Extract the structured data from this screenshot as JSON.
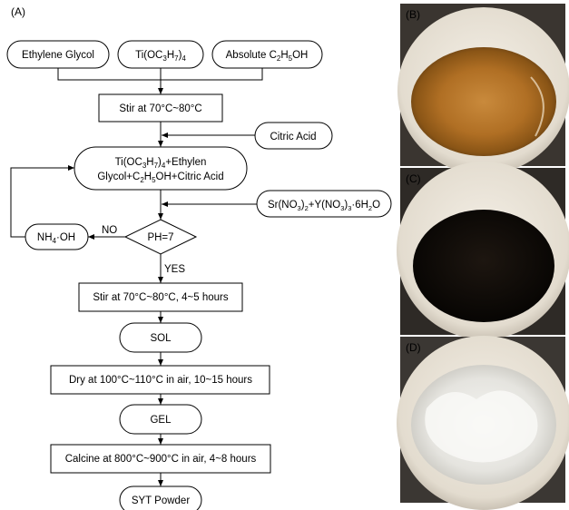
{
  "panels": {
    "a": "(A)",
    "b": "(B)",
    "c": "(C)",
    "d": "(D)"
  },
  "nodes": {
    "ethylene_glycol": "Ethylene Glycol",
    "ti_prefix": "Ti(OC",
    "ti_sub3": "3",
    "ti_h": "H",
    "ti_sub7": "7",
    "ti_close": ")",
    "ti_sub4": "4",
    "ethanol_prefix": "Absolute C",
    "ethanol_sub2": "2",
    "ethanol_h": "H",
    "ethanol_sub5": "5",
    "ethanol_oh": "OH",
    "stir1": "Stir at 70°C~80°C",
    "citric_acid": "Citric Acid",
    "mix_line1_a": "Ti(OC",
    "mix_line1_b": "3",
    "mix_line1_c": "H",
    "mix_line1_d": "7",
    "mix_line1_e": ")",
    "mix_line1_f": "4",
    "mix_line1_g": "+Ethylen",
    "mix_line2_a": "Glycol+C",
    "mix_line2_b": "2",
    "mix_line2_c": "H",
    "mix_line2_d": "5",
    "mix_line2_e": "OH+Citric Acid",
    "nitrate_a": "Sr(NO",
    "nitrate_b": "3",
    "nitrate_c": ")",
    "nitrate_d": "2",
    "nitrate_e": "+Y(NO",
    "nitrate_f": "3",
    "nitrate_g": ")",
    "nitrate_h": "3",
    "nitrate_i": "·6H",
    "nitrate_j": "2",
    "nitrate_k": "O",
    "ammonia_a": "NH",
    "ammonia_b": "4",
    "ammonia_c": "·OH",
    "decision": "PH=7",
    "no_label": "NO",
    "yes_label": "YES",
    "stir2": "Stir at 70°C~80°C, 4~5 hours",
    "sol": "SOL",
    "dry": "Dry at 100°C~110°C in air, 10~15 hours",
    "gel": "GEL",
    "calcine": "Calcine at 800°C~900°C in air, 4~8 hours",
    "powder": "SYT Powder"
  },
  "colors": {
    "line": "#000000",
    "photo_bg": "#2e2a26"
  }
}
